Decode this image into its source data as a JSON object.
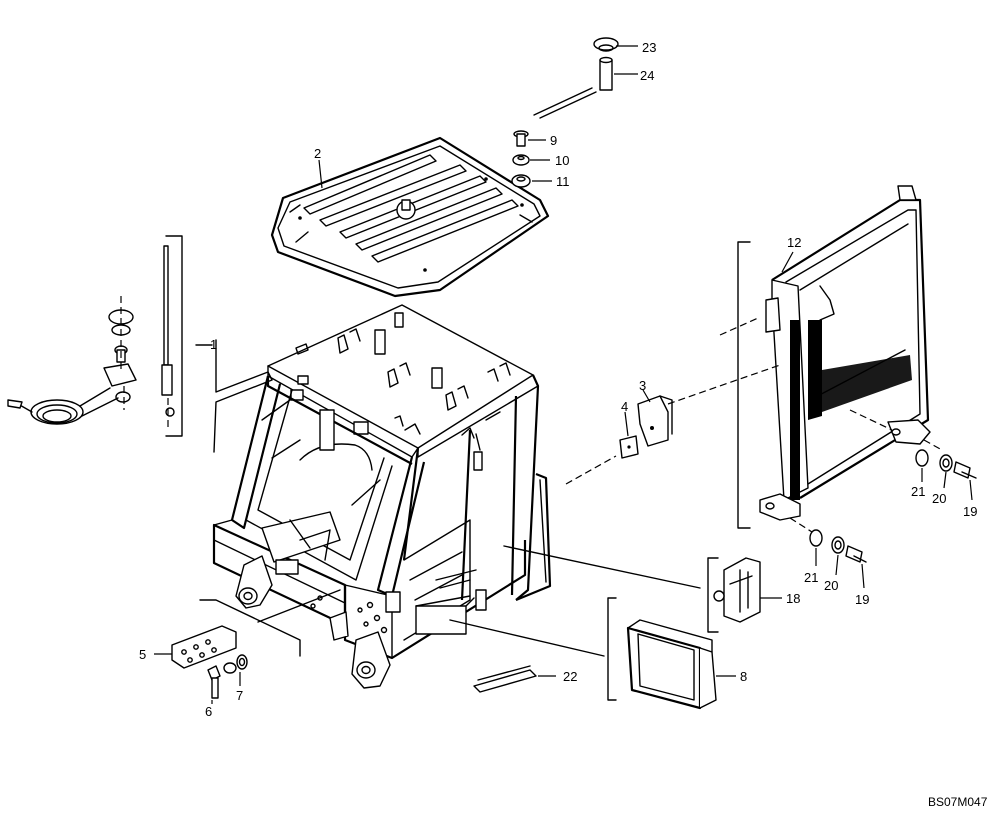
{
  "drawing_code": "BS07M047",
  "callouts": [
    "1",
    "2",
    "3",
    "4",
    "5",
    "6",
    "7",
    "8",
    "9",
    "10",
    "11",
    "12",
    "18",
    "19",
    "19",
    "20",
    "20",
    "21",
    "21",
    "22",
    "23",
    "24"
  ]
}
